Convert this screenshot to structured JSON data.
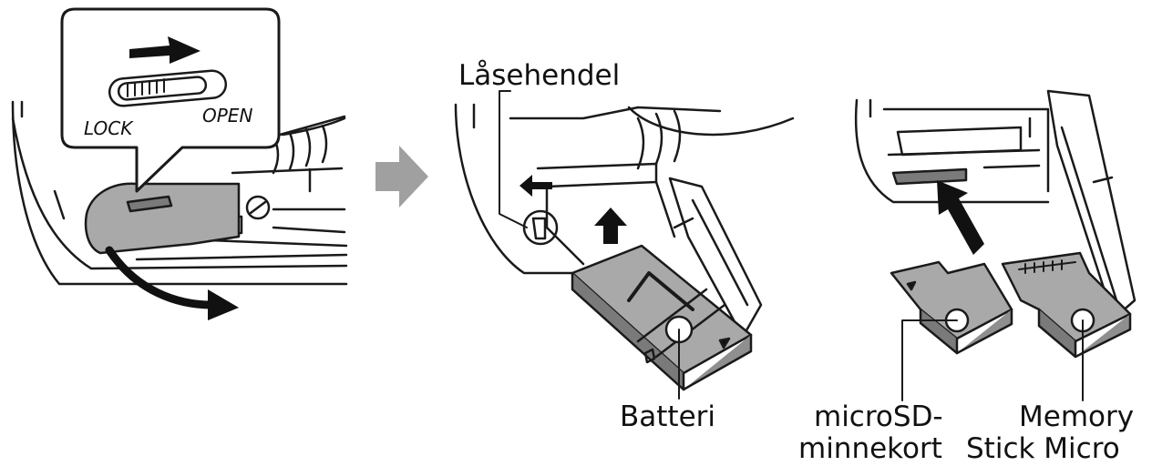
{
  "callout": {
    "lock": "LOCK",
    "open": "OPEN"
  },
  "labels": {
    "lock_lever": "Låsehendel",
    "battery": "Batteri",
    "microsd_line1": "microSD-",
    "microsd_line2": "minnekort",
    "memory_stick_line1": "Memory",
    "memory_stick_line2": "Stick Micro"
  },
  "colors": {
    "line": "#1a1a1a",
    "part_gray": "#a9a9a9",
    "dark_gray": "#7a7a7a",
    "step_arrow": "#a0a0a0",
    "fill_light": "#ffffff"
  }
}
